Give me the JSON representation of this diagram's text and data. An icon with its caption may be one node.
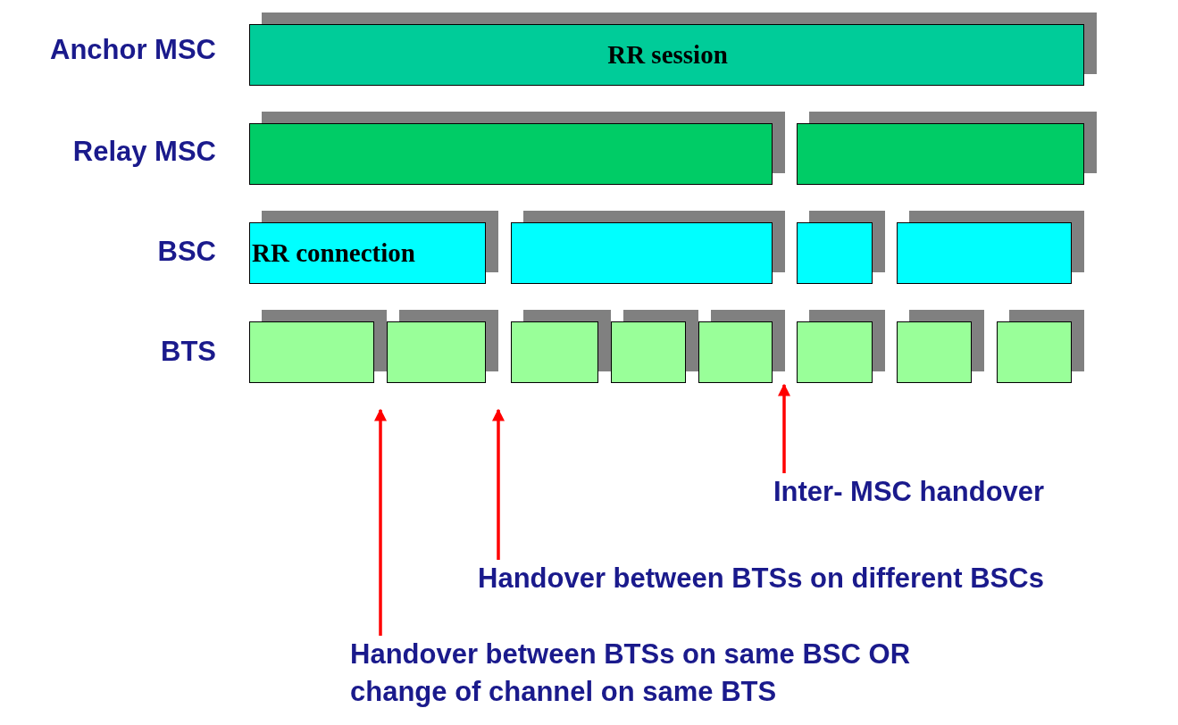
{
  "diagram": {
    "nodes": [
      {
        "text": [
          "RR session"
        ]
      },
      {
        "text": [],
        "shape": "box"
      },
      {
        "text": [],
        "shape": "box"
      },
      {
        "text": [
          "RR connection"
        ]
      },
      {
        "text": [],
        "shape": "box"
      },
      {
        "text": [],
        "shape": "box"
      },
      {
        "text": [],
        "shape": "box"
      },
      {
        "text": [],
        "shape": "box"
      },
      {
        "text": [],
        "shape": "box"
      },
      {
        "text": [],
        "shape": "box"
      },
      {
        "text": [],
        "shape": "box"
      },
      {
        "text": [],
        "shape": "box"
      },
      {
        "text": [],
        "shape": "box"
      },
      {
        "text": [],
        "shape": "box"
      },
      {
        "text": [],
        "shape": "box"
      },
      {
        "text": [
          "Inter- MSC handover"
        ]
      },
      {
        "text": [
          "Handover between BTSs on different BSCs"
        ]
      },
      {
        "text": [
          "Handover between BTSs on same BSC OR change of channel on same BTS"
        ]
      }
    ],
    "edges": [
      {
        "from": 15,
        "to": 11,
        "arrow": "to",
        "color": "#ff0000"
      },
      {
        "from": 16,
        "to": 9,
        "arrow": "to",
        "color": "#ff0000"
      },
      {
        "from": 17,
        "to": 8,
        "arrow": "to",
        "color": "#ff0000"
      }
    ],
    "labels": [
      "Anchor MSC",
      "Relay MSC",
      "BSC",
      "BTS"
    ]
  }
}
